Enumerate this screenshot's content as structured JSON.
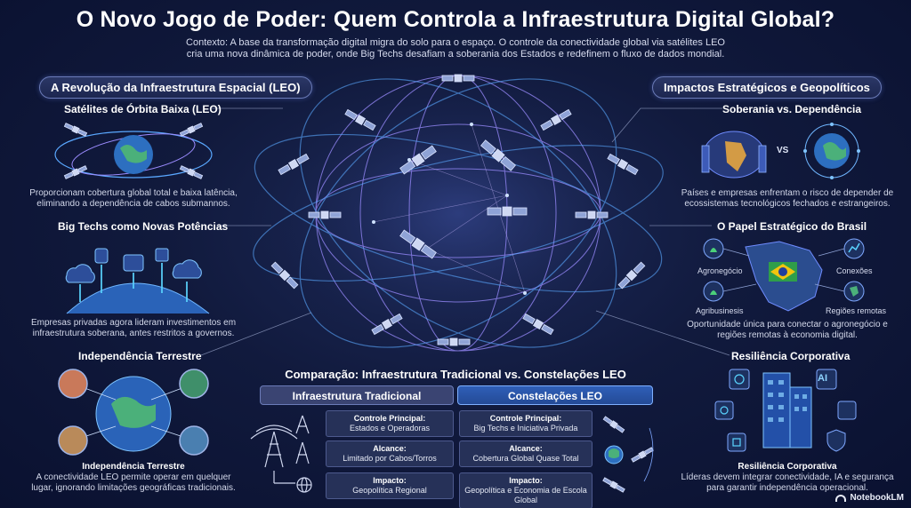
{
  "header": {
    "title": "O Novo Jogo de Poder: Quem Controla a Infraestrutura Digital Global?",
    "context_line1": "Contexto: A base da transformação digital migra do solo para o espaço. O controle da conectividade global via satélites LEO",
    "context_line2": "cria uma nova dinâmica de poder, onde Big Techs desafiam a soberania dos Estados e redefinem o fluxo de dados mondial."
  },
  "left": {
    "pill": "A Revolução da Infraestrutura Espacial (LEO)",
    "leo": {
      "title": "Satélites de Órbita Baixa (LEO)",
      "desc1": "Proporcionam cobertura global total e baixa latência,",
      "desc2": "eliminando a dependência de cabos submannos."
    },
    "bigtech": {
      "title": "Big Techs como Novas Potências",
      "desc1": "Empresas privadas agora lideram investimentos em",
      "desc2": "infraestrutura soberana, antes restritos a governos."
    },
    "independencia": {
      "title": "Independência Terrestre",
      "caption": "Independência Terrestre",
      "desc1": "A conectividade LEO permite operar em quelquer",
      "desc2": "lugar, ignorando limitações geográficas tradicionais."
    }
  },
  "right": {
    "pill": "Impactos Estratégicos e Geopolíticos",
    "soberania": {
      "title": "Soberania vs. Dependência",
      "vs": "VS",
      "desc1": "Países e empresas enfrentam o risco de depender de",
      "desc2": "ecossistemas tecnológicos fechados e estrangeiros."
    },
    "brasil": {
      "title": "O Papel Estratégico do Brasil",
      "labels": {
        "agronegocio": "Agronegócio",
        "conexoes": "Conexões",
        "agribusinesis": "Agribusinesis",
        "regioes": "Regiões remotas"
      },
      "desc1": "Oportunidade única para conectar o agronegócio e",
      "desc2": "regiões remotas à economia digital."
    },
    "resiliencia": {
      "title": "Resiliência Corporativa",
      "caption": "Resiliência Corporativa",
      "ai_label": "AI",
      "desc1": "Líderas devem integrar conectividade, IA e segurança",
      "desc2": "para garantir independência operacional."
    }
  },
  "comparison": {
    "title": "Comparação: Infraestrutura Tradicional vs. Constelações LEO",
    "left_head": "Infraestrutura Tradicional",
    "right_head": "Constelações LEO",
    "rows": [
      {
        "label": "Controle Principal:",
        "left": "Estados e Operadoras",
        "right": "Big Techs e Iniciativa Privada"
      },
      {
        "label": "Alcance:",
        "left": "Limitado por Cabos/Torros",
        "right": "Cobertura Global Quase Total"
      },
      {
        "label": "Impacto:",
        "left": "Geopolítica Regional",
        "right": "Geopolítica e Economia de Escola Global"
      }
    ]
  },
  "footer": {
    "brand": "NotebookLM"
  },
  "colors": {
    "background": "#111a3d",
    "accent_blue": "#4a8cff",
    "accent_purple": "#9b6bff",
    "cyan": "#38d4ff"
  }
}
